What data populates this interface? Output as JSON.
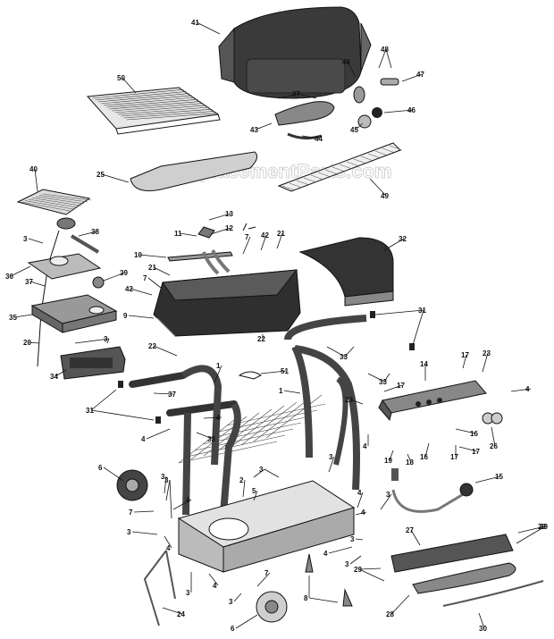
{
  "watermark": "eReplacementParts.com",
  "callouts": [
    {
      "id": "c41",
      "text": "41"
    },
    {
      "id": "c48",
      "text": "48"
    },
    {
      "id": "c46a",
      "text": "46"
    },
    {
      "id": "c47",
      "text": "47"
    },
    {
      "id": "c50",
      "text": "50"
    },
    {
      "id": "c37a",
      "text": "37"
    },
    {
      "id": "c46b",
      "text": "46"
    },
    {
      "id": "c45",
      "text": "45"
    },
    {
      "id": "c43",
      "text": "43"
    },
    {
      "id": "c44",
      "text": "44"
    },
    {
      "id": "c40",
      "text": "40"
    },
    {
      "id": "c25",
      "text": "25"
    },
    {
      "id": "c49",
      "text": "49"
    },
    {
      "id": "c13",
      "text": "13"
    },
    {
      "id": "c38",
      "text": "38"
    },
    {
      "id": "c3a",
      "text": "3"
    },
    {
      "id": "c11",
      "text": "11"
    },
    {
      "id": "c12",
      "text": "12"
    },
    {
      "id": "c7a",
      "text": "7"
    },
    {
      "id": "c42a",
      "text": "42"
    },
    {
      "id": "c21a",
      "text": "21"
    },
    {
      "id": "c32",
      "text": "32"
    },
    {
      "id": "c10",
      "text": "10"
    },
    {
      "id": "c36",
      "text": "36"
    },
    {
      "id": "c21b",
      "text": "21"
    },
    {
      "id": "c39",
      "text": "39"
    },
    {
      "id": "c7b",
      "text": "7"
    },
    {
      "id": "c37b",
      "text": "37"
    },
    {
      "id": "c42b",
      "text": "42"
    },
    {
      "id": "c35",
      "text": "35"
    },
    {
      "id": "c9",
      "text": "9"
    },
    {
      "id": "c31a",
      "text": "31"
    },
    {
      "id": "c20",
      "text": "20"
    },
    {
      "id": "c3b",
      "text": "3"
    },
    {
      "id": "c22a",
      "text": "22"
    },
    {
      "id": "c22b",
      "text": "22"
    },
    {
      "id": "c33a",
      "text": "33"
    },
    {
      "id": "c34",
      "text": "34"
    },
    {
      "id": "c1a",
      "text": "1"
    },
    {
      "id": "c51",
      "text": "51"
    },
    {
      "id": "c17a",
      "text": "17"
    },
    {
      "id": "c23a",
      "text": "23"
    },
    {
      "id": "c14",
      "text": "14"
    },
    {
      "id": "c33b",
      "text": "33"
    },
    {
      "id": "c4a",
      "text": "4"
    },
    {
      "id": "c37c",
      "text": "37"
    },
    {
      "id": "c1b",
      "text": "1"
    },
    {
      "id": "c17b",
      "text": "17"
    },
    {
      "id": "c31b",
      "text": "31"
    },
    {
      "id": "c23b",
      "text": "23"
    },
    {
      "id": "c4b",
      "text": "4"
    },
    {
      "id": "c4c",
      "text": "4"
    },
    {
      "id": "c33c",
      "text": "33"
    },
    {
      "id": "c16a",
      "text": "16"
    },
    {
      "id": "c26",
      "text": "26"
    },
    {
      "id": "c4d",
      "text": "4"
    },
    {
      "id": "c19",
      "text": "19"
    },
    {
      "id": "c18",
      "text": "18"
    },
    {
      "id": "c16b",
      "text": "16"
    },
    {
      "id": "c17c",
      "text": "17"
    },
    {
      "id": "c17d",
      "text": "17"
    },
    {
      "id": "c6a",
      "text": "6"
    },
    {
      "id": "c3c",
      "text": "3"
    },
    {
      "id": "c4e",
      "text": "4"
    },
    {
      "id": "c3d",
      "text": "3"
    },
    {
      "id": "c2",
      "text": "2"
    },
    {
      "id": "c5",
      "text": "5"
    },
    {
      "id": "c3e",
      "text": "3"
    },
    {
      "id": "c15",
      "text": "15"
    },
    {
      "id": "c3f",
      "text": "3"
    },
    {
      "id": "c4f",
      "text": "4"
    },
    {
      "id": "c7c",
      "text": "7"
    },
    {
      "id": "c3g",
      "text": "3"
    },
    {
      "id": "c4g",
      "text": "4"
    },
    {
      "id": "c4h",
      "text": "4"
    },
    {
      "id": "c3h",
      "text": "3"
    },
    {
      "id": "c3i",
      "text": "3"
    },
    {
      "id": "c27",
      "text": "27"
    },
    {
      "id": "c29a",
      "text": "29"
    },
    {
      "id": "c29b",
      "text": "29"
    },
    {
      "id": "c4i",
      "text": "4"
    },
    {
      "id": "c3j",
      "text": "3"
    },
    {
      "id": "c29c",
      "text": "29"
    },
    {
      "id": "c3k",
      "text": "3"
    },
    {
      "id": "c4j",
      "text": "4"
    },
    {
      "id": "c7d",
      "text": "7"
    },
    {
      "id": "c3l",
      "text": "3"
    },
    {
      "id": "c8",
      "text": "8"
    },
    {
      "id": "c28",
      "text": "28"
    },
    {
      "id": "c24",
      "text": "24"
    },
    {
      "id": "c6b",
      "text": "6"
    },
    {
      "id": "c30",
      "text": "30"
    }
  ]
}
